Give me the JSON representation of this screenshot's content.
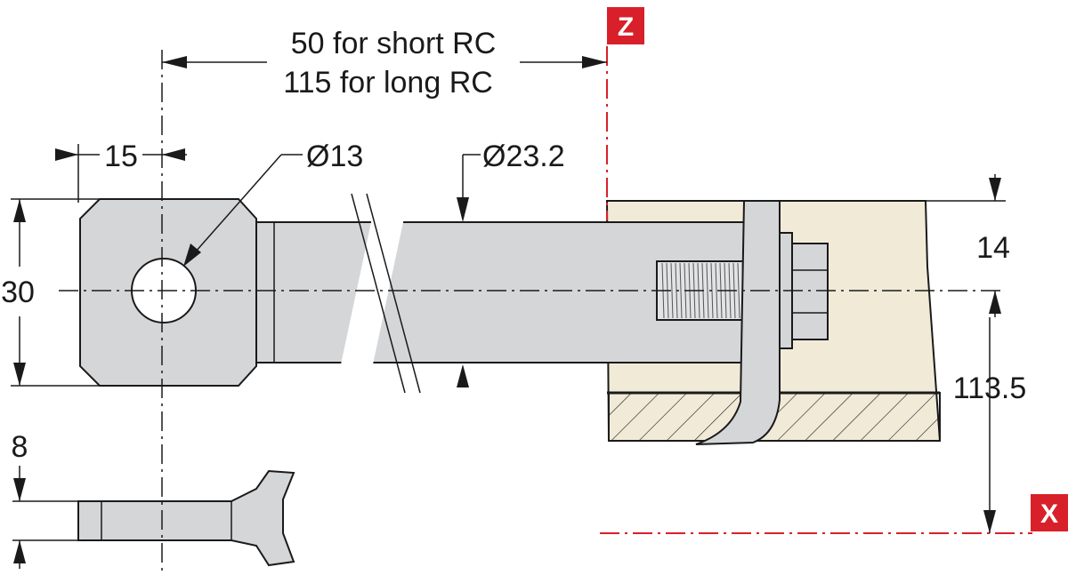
{
  "dimensions": {
    "offset_line1": "50 for short RC",
    "offset_line2": "115 for long RC",
    "eye_offset": "15",
    "hole_diameter": "Ø13",
    "rod_diameter": "Ø23.2",
    "eye_height": "30",
    "thickness": "8",
    "edge_distance": "14",
    "height_to_x": "113.5"
  },
  "reference_labels": {
    "z": "Z",
    "x": "X"
  },
  "colors": {
    "reference_red": "#d8202a",
    "steel_grey": "#d4d6d8",
    "concrete": "#f0ead7"
  }
}
